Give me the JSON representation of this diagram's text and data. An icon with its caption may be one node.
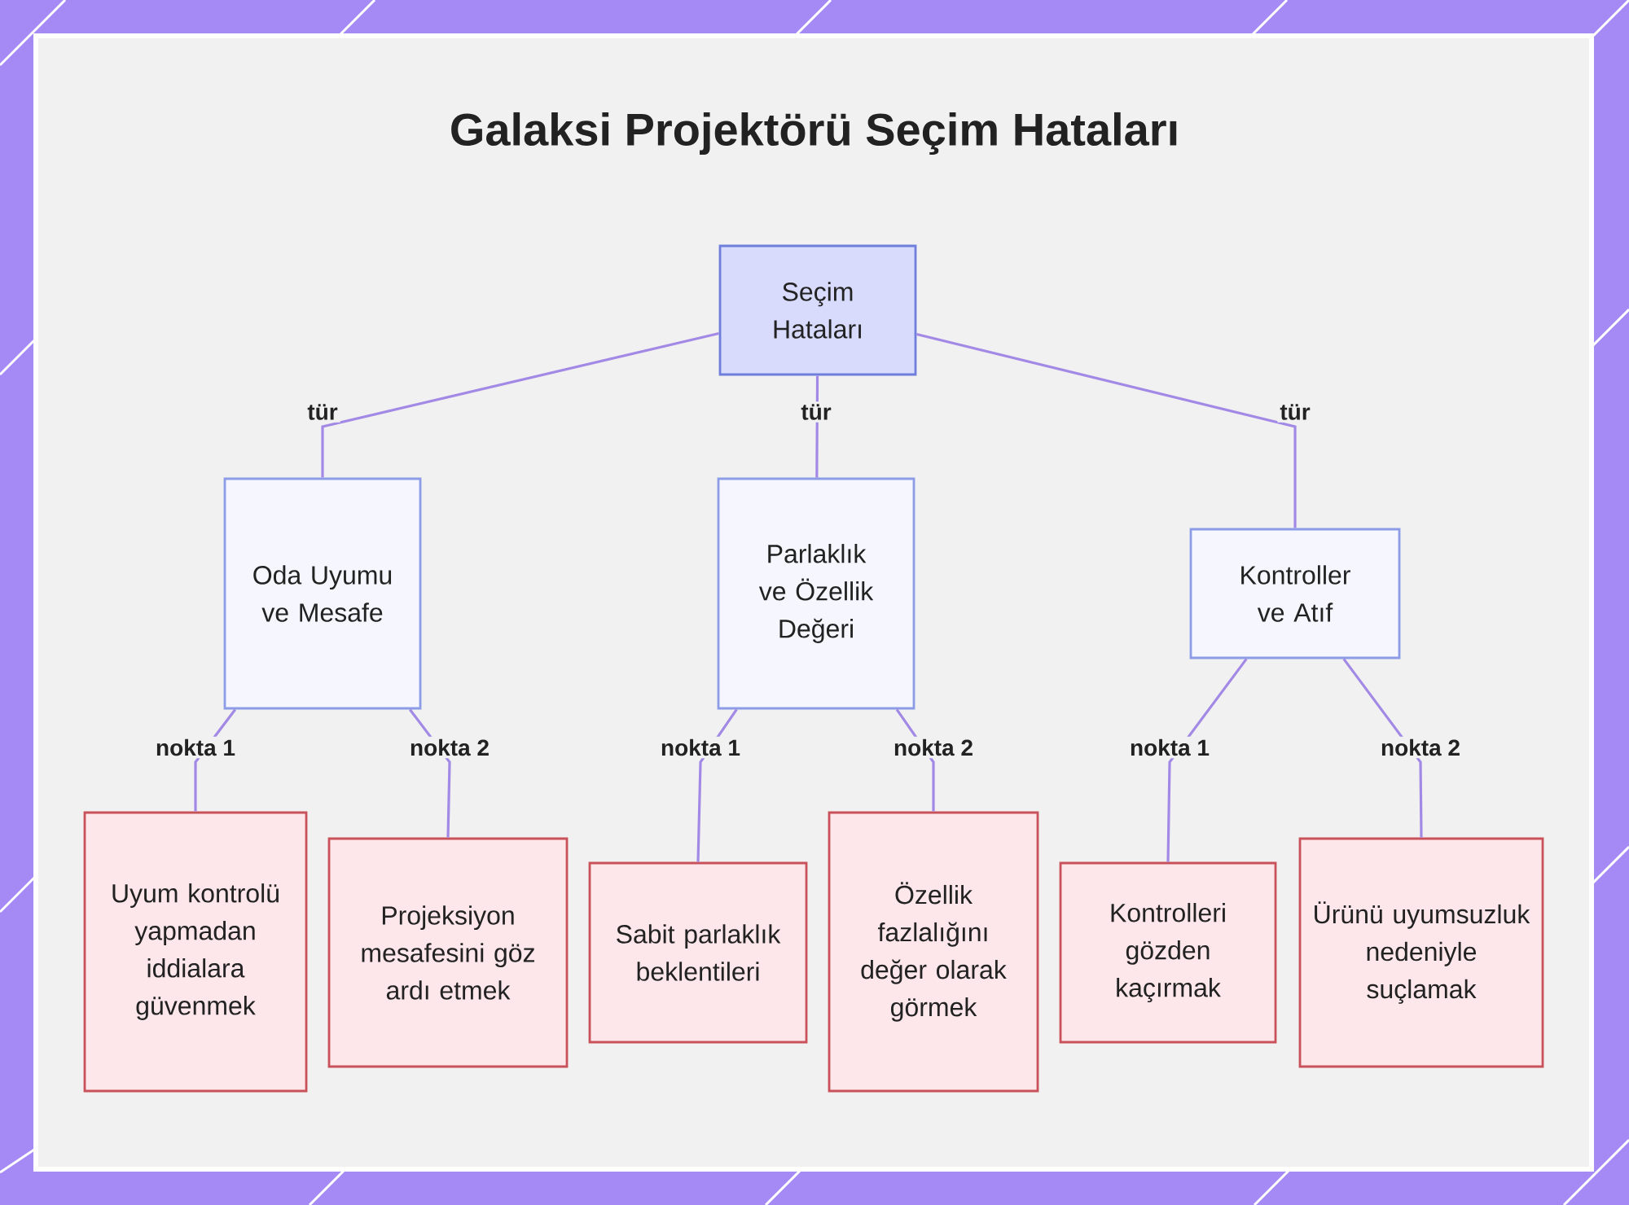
{
  "diagram": {
    "title": "Galaksi Projektörü Seçim Hataları",
    "nodes": [
      {
        "text": [
          "Seçim Hataları"
        ]
      },
      {
        "text": [
          "Oda Uyumu ve Mesafe"
        ]
      },
      {
        "text": [
          "Parlaklık ve Özellik Değeri"
        ]
      },
      {
        "text": [
          "Kontroller ve Atıf"
        ]
      },
      {
        "text": [
          "Uyum kontrolü yapmadan iddialara güvenmek"
        ]
      },
      {
        "text": [
          "Projeksiyon mesafesini göz ardı etmek"
        ]
      },
      {
        "text": [
          "Sabit parlaklık beklentileri"
        ]
      },
      {
        "text": [
          "Özellik fazlalığını değer olarak görmek"
        ]
      },
      {
        "text": [
          "Kontrolleri gözden kaçırmak"
        ]
      },
      {
        "text": [
          "Ürünü uyumsuzluk nedeniyle suçlamak"
        ]
      }
    ],
    "edges": [
      {
        "from": 0,
        "to": 1,
        "arrow": "none",
        "label": "tür"
      },
      {
        "from": 0,
        "to": 2,
        "arrow": "none",
        "label": "tür"
      },
      {
        "from": 0,
        "to": 3,
        "arrow": "none",
        "label": "tür"
      },
      {
        "from": 1,
        "to": 4,
        "arrow": "none",
        "label": "nokta 1"
      },
      {
        "from": 1,
        "to": 5,
        "arrow": "none",
        "label": "nokta 2"
      },
      {
        "from": 2,
        "to": 6,
        "arrow": "none",
        "label": "nokta 1"
      },
      {
        "from": 2,
        "to": 7,
        "arrow": "none",
        "label": "nokta 2"
      },
      {
        "from": 3,
        "to": 8,
        "arrow": "none",
        "label": "nokta 1"
      },
      {
        "from": 3,
        "to": 9,
        "arrow": "none",
        "label": "nokta 2"
      }
    ]
  }
}
